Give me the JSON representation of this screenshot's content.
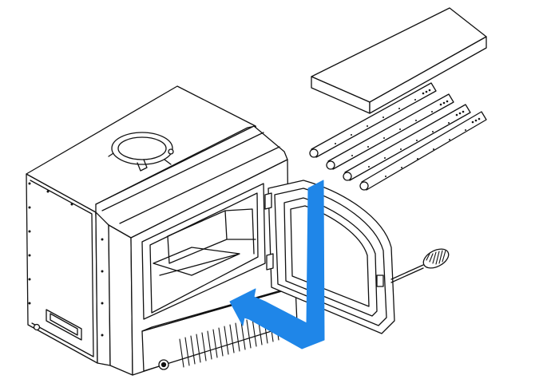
{
  "diagram": {
    "components": [
      {
        "id": "stove",
        "icon": "wood-stove-insert-icon"
      },
      {
        "id": "door",
        "icon": "open-door-icon"
      },
      {
        "id": "baffle",
        "icon": "baffle-board-icon"
      },
      {
        "id": "tubes",
        "icon": "air-tube-icon",
        "count": 4
      },
      {
        "id": "handle",
        "icon": "coiled-handle-icon"
      },
      {
        "id": "arrow",
        "icon": "insert-direction-arrow-icon"
      }
    ],
    "colors": {
      "line": "#111111",
      "fill": "#ffffff",
      "arrow": "#1f86e8"
    }
  }
}
